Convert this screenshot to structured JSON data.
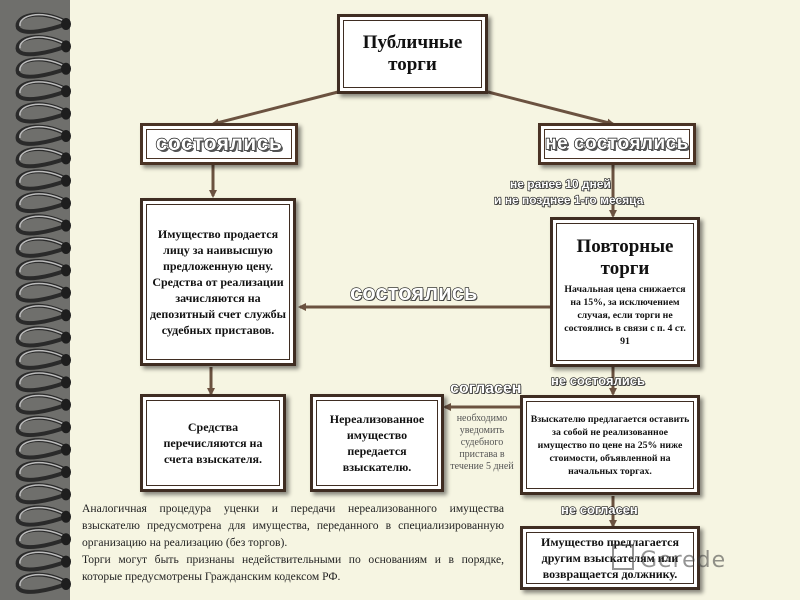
{
  "title": "Публичные торги",
  "held_left": "состоялись",
  "not_held_right": "не состоялись",
  "deadline_line1": "не ранее 10 дней",
  "deadline_line2": "и не позднее 1-го месяца",
  "sold_box": "Имущество продается лицу за наивысшую предложенную цену. Средства от реализации зачисляются на депозитный счет службы судебных приставов.",
  "repeat_title": "Повторные торги",
  "repeat_text": "Начальная цена снижается на 15%, за исключением случая, если торги не состоялись в связи с п. 4 ст. 91",
  "held_middle": "состоялись",
  "transfer_box": "Средства перечисляются на счета взыскателя.",
  "unsold_box": "Нереализованное имущество передается взыскателю.",
  "agreed": "согласен",
  "not_held_small": "не состоялись",
  "notify_note": "необходимо уведомить судебного пристава в течение 5 дней",
  "offer_box": "Взыскателю предлагается оставить за собой не реализованное имущество по цене на 25% ниже стоимости, объявленной на начальных торгах.",
  "disagree": "не согласен",
  "final_box": "Имущество предлагается другим взыскателям или возвращается должнику.",
  "paragraph1": "Аналогичная процедура уценки и передачи нереализованного имущества взыскателю предусмотрена для имущества, переданного в специализированную организацию на реализацию (без торгов).",
  "paragraph2": "Торги могут быть признаны недействительными по основаниям и в порядке, которые предусмотрены Гражданским кодексом РФ.",
  "watermark": "Gerede",
  "colors": {
    "border": "#3f2d22",
    "paper": "#f6f5e2",
    "arrow": "#6b5240",
    "background": "#6f6f6c"
  }
}
